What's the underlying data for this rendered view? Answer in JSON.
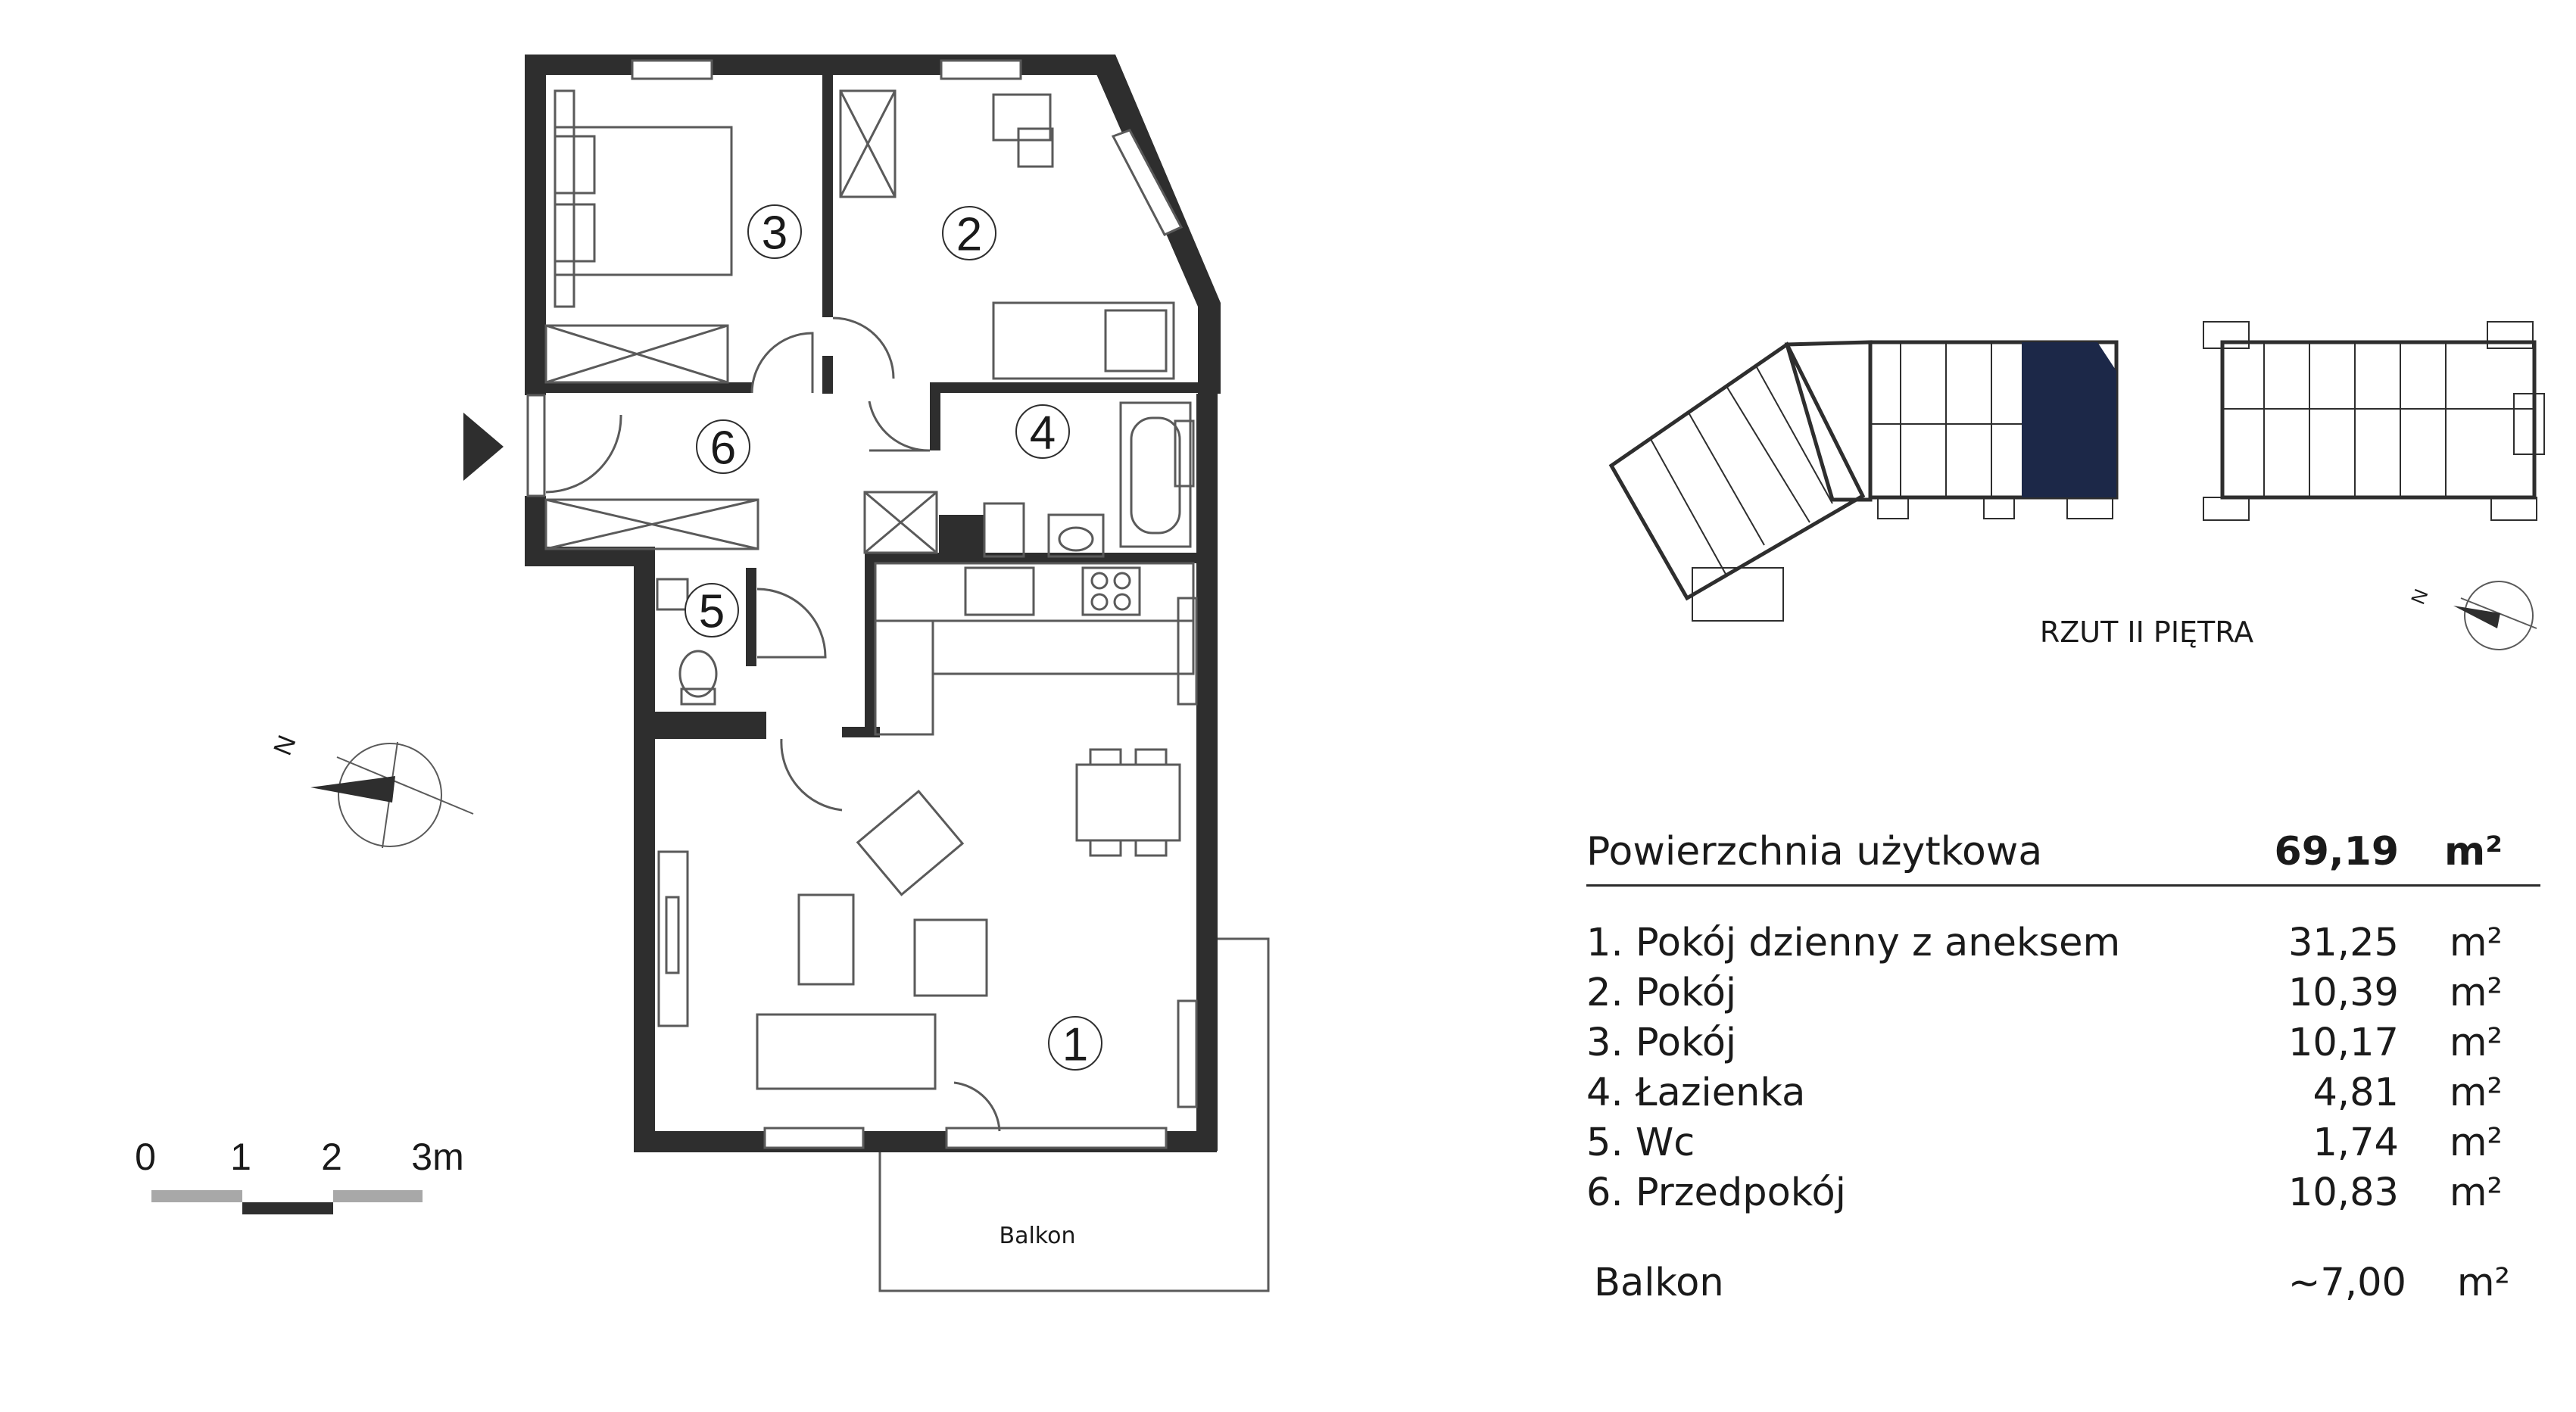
{
  "plan": {
    "rooms": [
      {
        "num": "1"
      },
      {
        "num": "2"
      },
      {
        "num": "3"
      },
      {
        "num": "4"
      },
      {
        "num": "5"
      },
      {
        "num": "6"
      }
    ],
    "balcony_label": "Balkon",
    "north_label": "N",
    "scale": [
      "0",
      "1",
      "2",
      "3m"
    ]
  },
  "key_plan": {
    "caption": "RZUT II PIĘTRA",
    "north_label": "N",
    "highlight_color": "#1c2848"
  },
  "areas": {
    "total_label": "Powierzchnia użytkowa",
    "total_value": "69,19",
    "unit": "m²",
    "rooms": [
      {
        "label": "1. Pokój dzienny z aneksem",
        "value": "31,25",
        "unit": "m²"
      },
      {
        "label": "2. Pokój",
        "value": "10,39",
        "unit": "m²"
      },
      {
        "label": "3. Pokój",
        "value": "10,17",
        "unit": "m²"
      },
      {
        "label": "4. Łazienka",
        "value": "4,81",
        "unit": "m²"
      },
      {
        "label": "5. Wc",
        "value": "1,74",
        "unit": "m²"
      },
      {
        "label": "6. Przedpokój",
        "value": "10,83",
        "unit": "m²"
      }
    ],
    "balcony": {
      "label": "Balkon",
      "value": "~7,00",
      "unit": "m²"
    }
  },
  "colors": {
    "wall": "#2e2e2e",
    "line": "#5a5a5a",
    "scale_grey": "#a8a8a8"
  }
}
